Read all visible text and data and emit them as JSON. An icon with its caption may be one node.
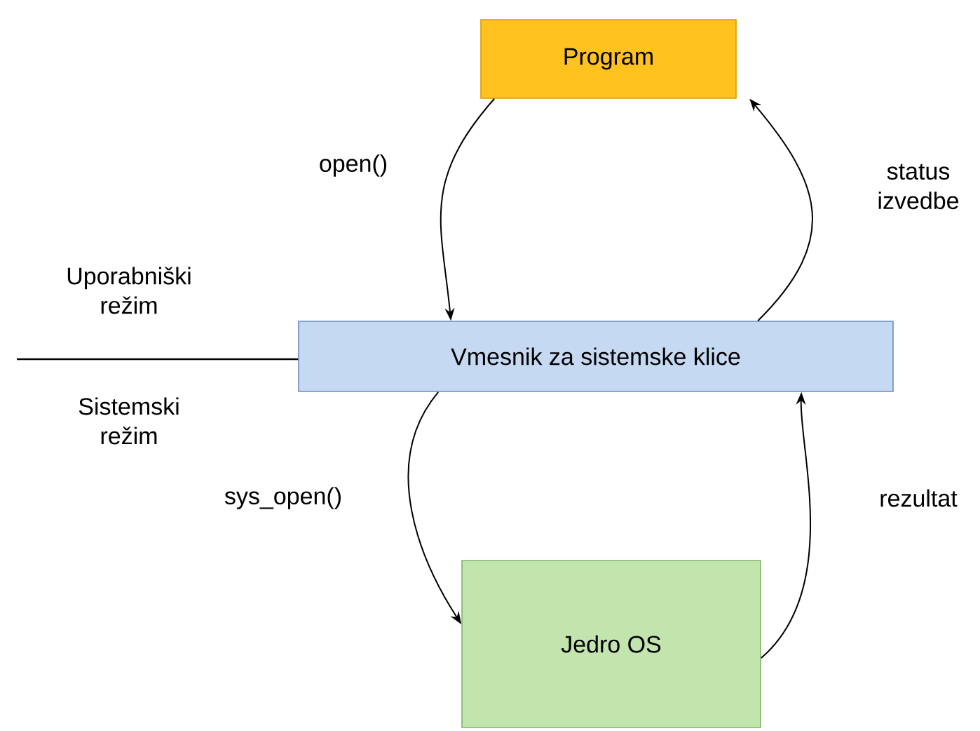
{
  "diagram": {
    "nodes": [
      {
        "text": [
          "Program"
        ]
      },
      {
        "text": [
          "Vmesnik za sistemske klice"
        ]
      },
      {
        "text": [
          "Jedro OS"
        ]
      }
    ],
    "edges": [
      {
        "from": 0,
        "to": 1,
        "arrow": "to",
        "label": "open()"
      },
      {
        "from": 1,
        "to": 0,
        "arrow": "to",
        "label": "status izvedbe"
      },
      {
        "from": 1,
        "to": 2,
        "arrow": "to",
        "label": "sys_open()"
      },
      {
        "from": 2,
        "to": 1,
        "arrow": "to",
        "label": "rezultat"
      }
    ],
    "labels": [
      "Uporabniški režim",
      "Sistemski režim"
    ]
  }
}
